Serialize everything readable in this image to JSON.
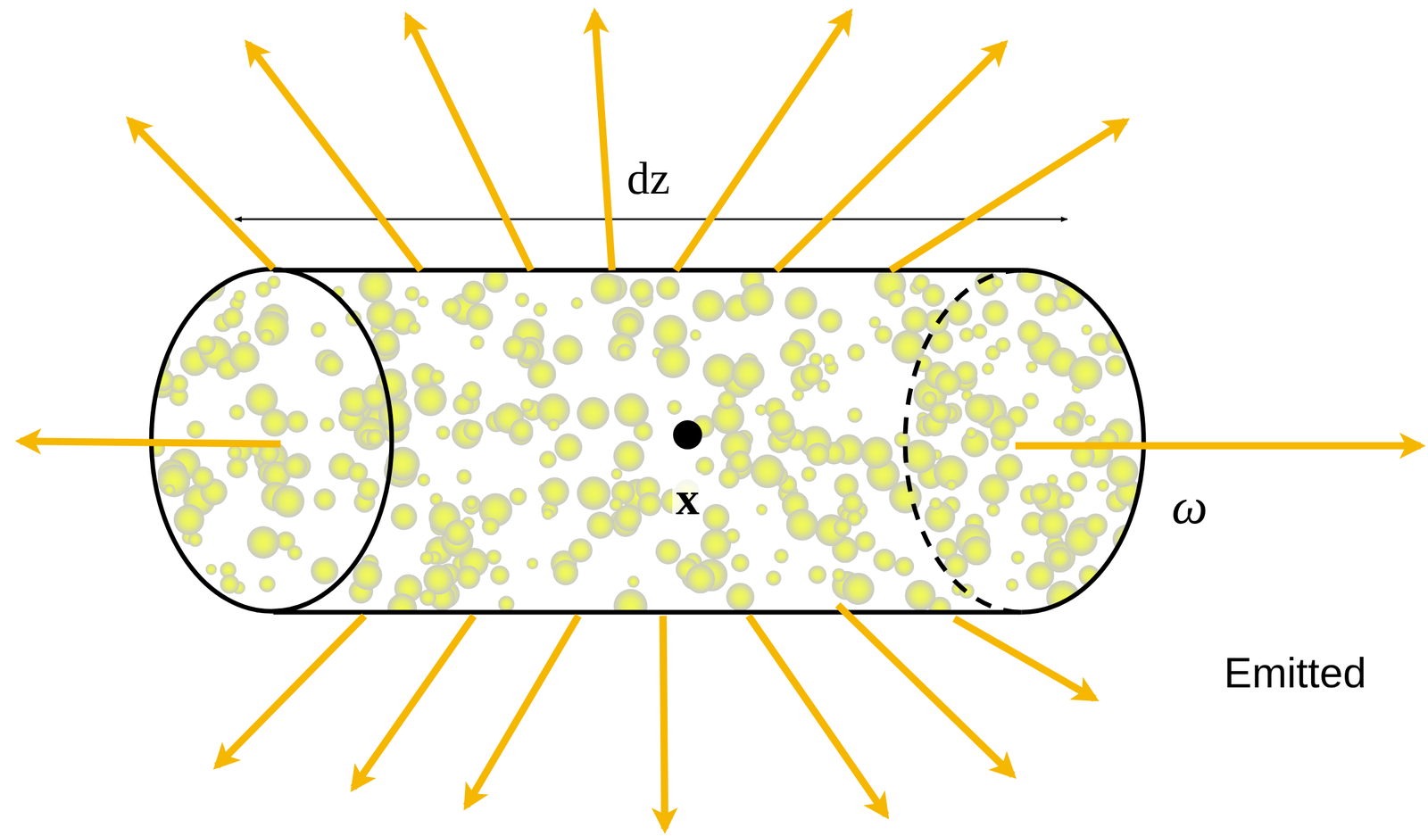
{
  "diagram": {
    "labels": [
      "dz",
      "x",
      "ω⃗",
      "Emitted"
    ]
  }
}
